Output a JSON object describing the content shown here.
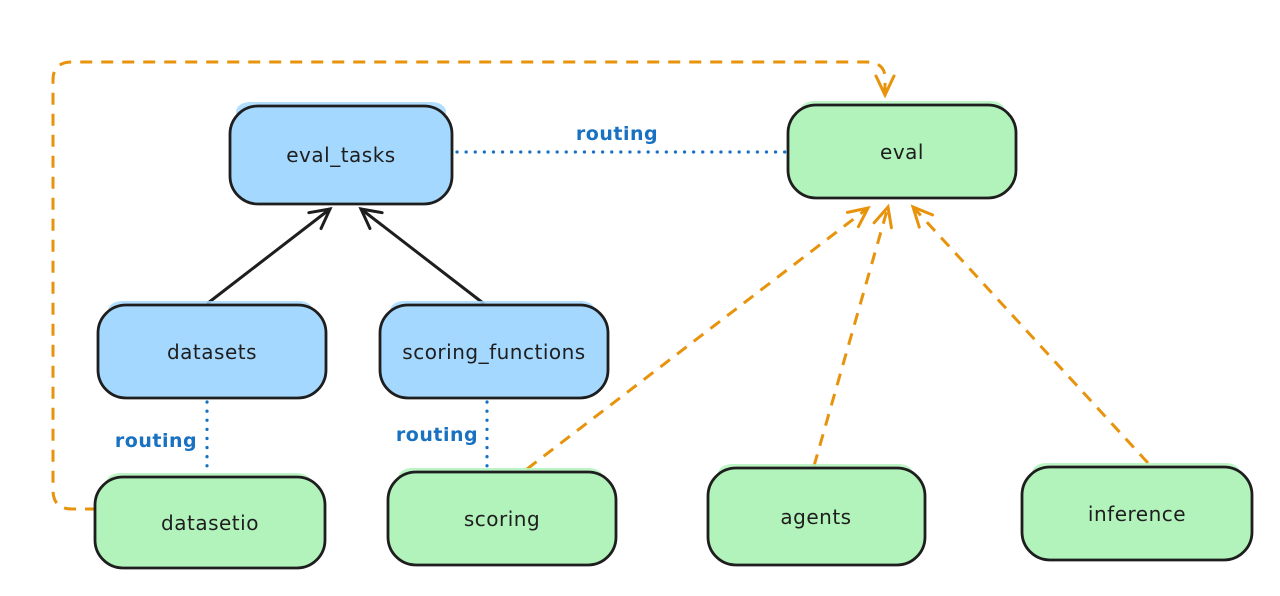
{
  "diagram": {
    "nodes": {
      "eval_tasks": {
        "label": "eval_tasks",
        "fill": "#a5d8ff"
      },
      "eval": {
        "label": "eval",
        "fill": "#b2f2bb"
      },
      "datasets": {
        "label": "datasets",
        "fill": "#a5d8ff"
      },
      "scoring_functions": {
        "label": "scoring_functions",
        "fill": "#a5d8ff"
      },
      "datasetio": {
        "label": "datasetio",
        "fill": "#b2f2bb"
      },
      "scoring": {
        "label": "scoring",
        "fill": "#b2f2bb"
      },
      "agents": {
        "label": "agents",
        "fill": "#b2f2bb"
      },
      "inference": {
        "label": "inference",
        "fill": "#b2f2bb"
      }
    },
    "edges": {
      "eval_tasks_to_eval": {
        "label": "routing"
      },
      "datasets_to_datasetio": {
        "label": "routing"
      },
      "scoring_functions_to_scoring": {
        "label": "routing"
      }
    },
    "colors": {
      "node_stroke": "#1e1e1e",
      "node_text": "#1e1e1e",
      "black_arrow": "#1e1e1e",
      "orange_arrow": "#e8930c",
      "routing_blue": "#1971c2",
      "background": "#ffffff"
    }
  }
}
